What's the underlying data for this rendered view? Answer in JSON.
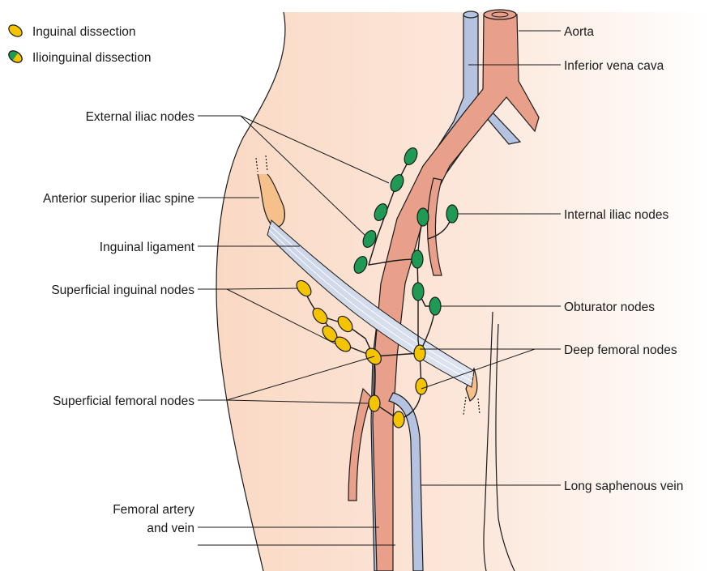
{
  "legend": {
    "inguinal": "Inguinal dissection",
    "ilioinguinal": "Ilioinguinal dissection"
  },
  "labels": {
    "aorta": "Aorta",
    "ivc": "Inferior vena cava",
    "external_iliac": "External iliac nodes",
    "asis": "Anterior superior iliac spine",
    "internal_iliac": "Internal iliac nodes",
    "inguinal_ligament": "Inguinal ligament",
    "superficial_inguinal": "Superficial inguinal nodes",
    "obturator": "Obturator nodes",
    "deep_femoral": "Deep femoral nodes",
    "superficial_femoral": "Superficial femoral nodes",
    "long_saphenous": "Long saphenous vein",
    "femoral_line1": "Femoral artery",
    "femoral_line2": "and vein"
  },
  "colors": {
    "inguinal_node": "#f5c400",
    "ilioinguinal_node": "#1e9a55",
    "artery": "#e9a08a",
    "vein": "#b5c3e0",
    "skin": "#fbe3d3",
    "bone": "#f5c08a"
  }
}
